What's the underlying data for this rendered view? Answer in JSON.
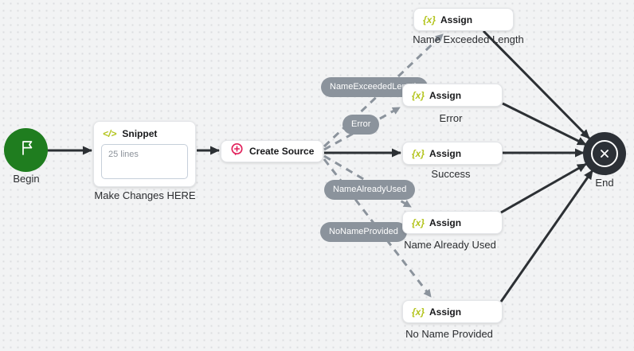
{
  "flow": {
    "begin": {
      "label": "Begin"
    },
    "snippet": {
      "title": "Snippet",
      "body": "25 lines",
      "caption": "Make Changes HERE",
      "icon_glyph": "</>"
    },
    "create_source": {
      "title": "Create Source"
    },
    "assigns": [
      {
        "title": "Assign",
        "caption": "Name Exceeded Length"
      },
      {
        "title": "Assign",
        "caption": "Error"
      },
      {
        "title": "Assign",
        "caption": "Success"
      },
      {
        "title": "Assign",
        "caption": "Name Already Used"
      },
      {
        "title": "Assign",
        "caption": "No Name Provided"
      }
    ],
    "assign_icon_glyph": "{x}",
    "end": {
      "label": "End"
    },
    "transition_labels": {
      "name_exceeded_length": "NameExceededLength",
      "error": "Error",
      "name_already_used": "NameAlreadyUsed",
      "no_name_provided": "NoNameProvided"
    },
    "colors": {
      "accent_code": "#b3c41d",
      "begin_green": "#1f7d1f",
      "create_source_pink": "#e1215b",
      "end_dark": "#2c3036",
      "edge_solid": "#2c3034",
      "edge_dashed": "#8b939c",
      "pill_bg": "#8b939c"
    }
  }
}
